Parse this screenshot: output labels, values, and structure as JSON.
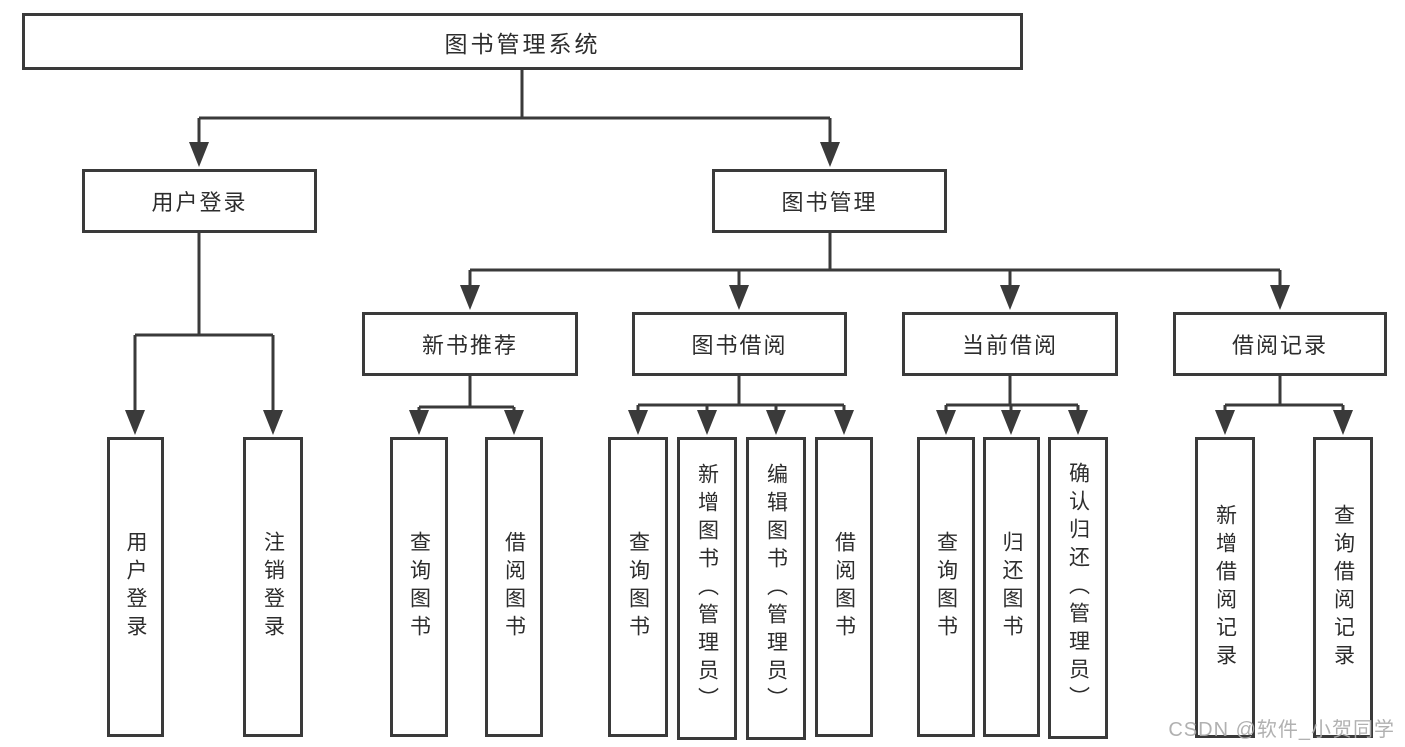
{
  "diagram": {
    "title": "图书管理系统",
    "branches": [
      {
        "label": "用户登录",
        "children": [
          {
            "label": "用户登录"
          },
          {
            "label": "注销登录"
          }
        ]
      },
      {
        "label": "图书管理",
        "children": [
          {
            "label": "新书推荐",
            "children": [
              {
                "label": "查询图书"
              },
              {
                "label": "借阅图书"
              }
            ]
          },
          {
            "label": "图书借阅",
            "children": [
              {
                "label": "查询图书"
              },
              {
                "label": "新增图书（管理员）"
              },
              {
                "label": "编辑图书（管理员）"
              },
              {
                "label": "借阅图书"
              }
            ]
          },
          {
            "label": "当前借阅",
            "children": [
              {
                "label": "查询图书"
              },
              {
                "label": "归还图书"
              },
              {
                "label": "确认归还（管理员）"
              }
            ]
          },
          {
            "label": "借阅记录",
            "children": [
              {
                "label": "新增借阅记录"
              },
              {
                "label": "查询借阅记录"
              }
            ]
          }
        ]
      }
    ]
  },
  "watermark": {
    "text": "CSDN @软件_小贺同学"
  },
  "colors": {
    "line": "#3a3a3a",
    "text": "#2d2d2d",
    "box_background": "#ffffff",
    "page_background": "#ffffff",
    "watermark": "#ababab"
  }
}
